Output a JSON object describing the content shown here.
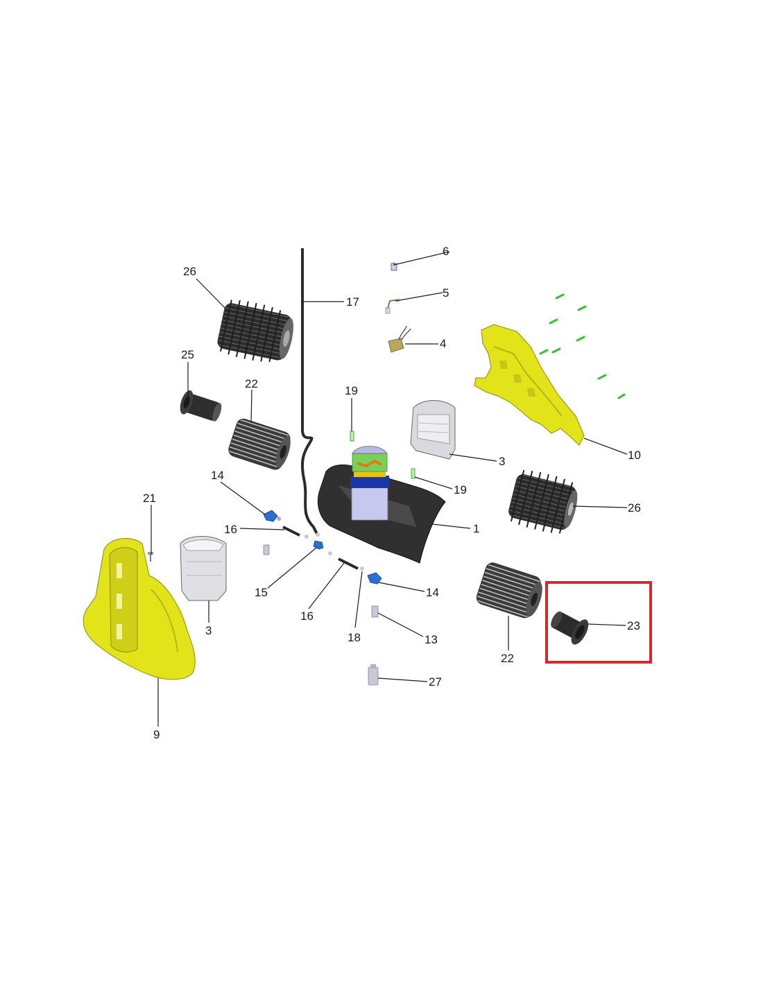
{
  "diagram": {
    "colors": {
      "highlight_box": "#d9262b",
      "housing_yellow": "#e5e619",
      "brush_black": "#262626",
      "part_grey": "#d9d9de",
      "motor_green": "#7fd05f",
      "motor_blue": "#1a33a6",
      "clip_green": "#36c236",
      "fitting_blue": "#2a6fd6"
    },
    "labels": {
      "l1": "1",
      "l3a": "3",
      "l3b": "3",
      "l4": "4",
      "l5": "5",
      "l6": "6",
      "l9": "9",
      "l10": "10",
      "l13": "13",
      "l14a": "14",
      "l14b": "14",
      "l15": "15",
      "l16a": "16",
      "l16b": "16",
      "l17": "17",
      "l18": "18",
      "l19a": "19",
      "l19b": "19",
      "l21": "21",
      "l22a": "22",
      "l22b": "22",
      "l23": "23",
      "l25": "25",
      "l26a": "26",
      "l26b": "26",
      "l27": "27"
    },
    "highlighted_part": "23"
  }
}
